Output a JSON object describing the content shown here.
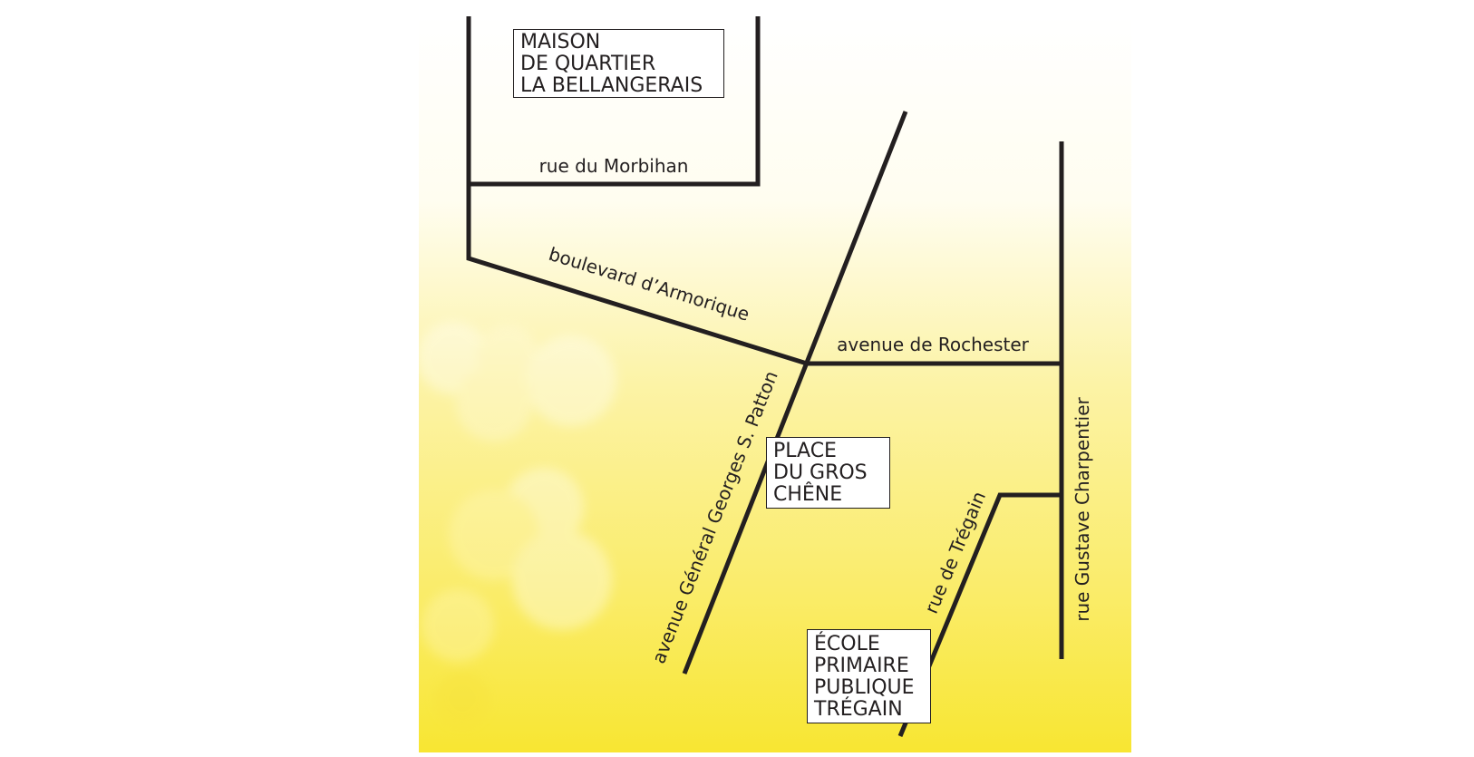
{
  "map": {
    "colors": {
      "background_top": "#ffffff",
      "background_bottom": "#f8e832",
      "road": "#231f20",
      "label_box": "#ffffff"
    },
    "streets": {
      "rue_du_morbihan": "rue du Morbihan",
      "boulevard_armorique": "boulevard d’Armorique",
      "avenue_rochester": "avenue de Rochester",
      "avenue_patton": "avenue Général Georges S. Patton",
      "rue_tregain": "rue de Trégain",
      "rue_charpentier": "rue Gustave Charpentier"
    },
    "places": {
      "maison_quartier": [
        "MAISON",
        "DE QUARTIER",
        "LA BELLANGERAIS"
      ],
      "place_gros_chene": [
        "PLACE",
        "DU GROS",
        "CHÊNE"
      ],
      "ecole_tregain": [
        "ÉCOLE",
        "PRIMAIRE",
        "PUBLIQUE",
        "TRÉGAIN"
      ]
    }
  }
}
